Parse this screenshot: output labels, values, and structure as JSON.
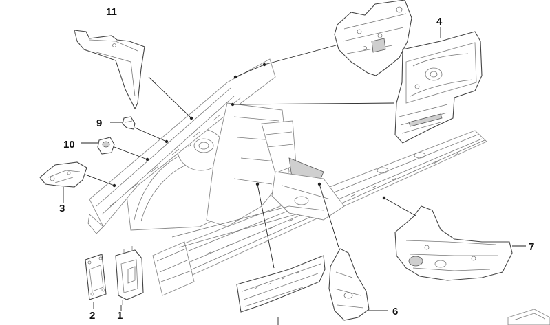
{
  "callouts": {
    "c1": "1",
    "c2": "2",
    "c3": "3",
    "c4": "4",
    "c6": "6",
    "c7": "7",
    "c9": "9",
    "c10": "10",
    "c11": "11"
  }
}
